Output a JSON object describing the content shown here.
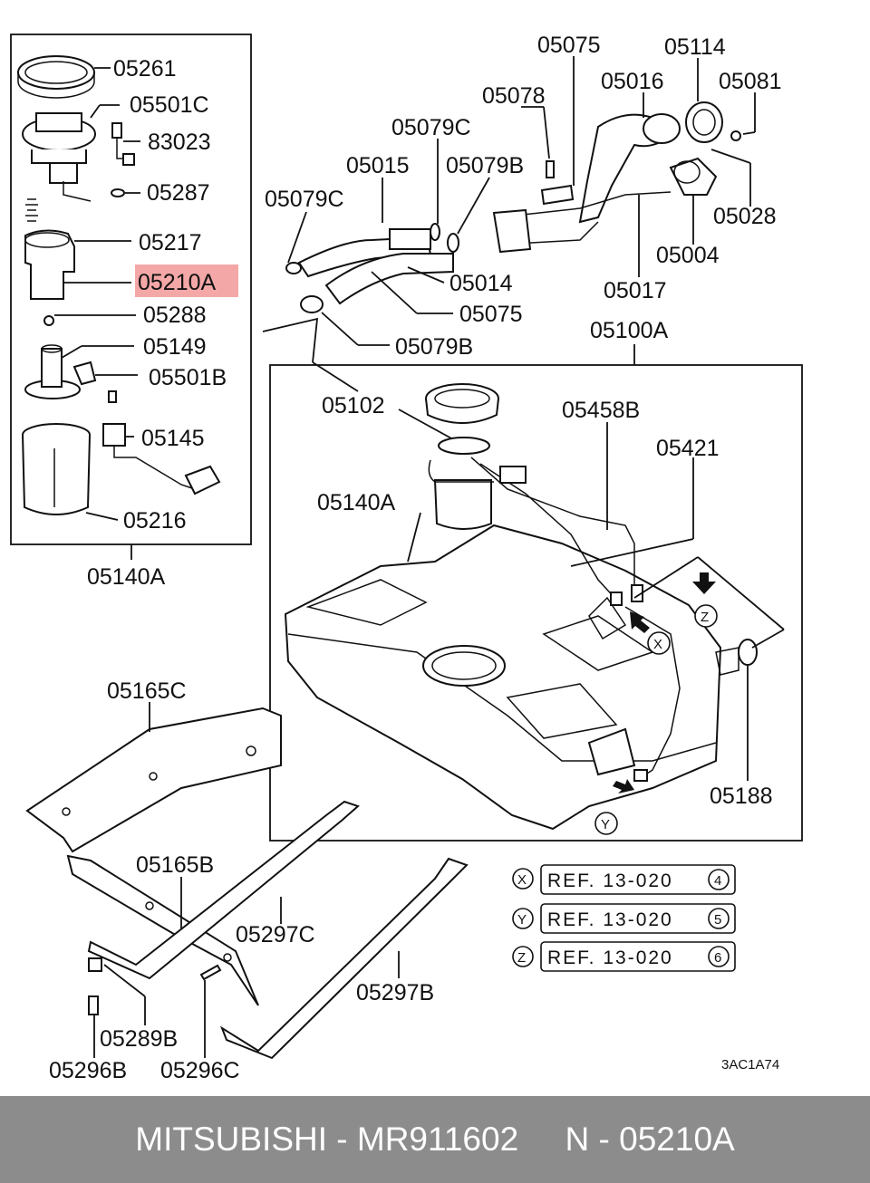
{
  "labels": {
    "l05261": "05261",
    "l05501C": "05501C",
    "l83023": "83023",
    "l05287": "05287",
    "l05217": "05217",
    "l05210A": "05210A",
    "l05288": "05288",
    "l05149": "05149",
    "l05501B": "05501B",
    "l05145": "05145",
    "l05216": "05216",
    "l05140A_box": "05140A",
    "l05075_top": "05075",
    "l05114": "05114",
    "l05016": "05016",
    "l05081": "05081",
    "l05078": "05078",
    "l05079C_top": "05079C",
    "l05015": "05015",
    "l05079B_top": "05079B",
    "l05079C_left": "05079C",
    "l05028": "05028",
    "l05004": "05004",
    "l05014": "05014",
    "l05017": "05017",
    "l05075_mid": "05075",
    "l05079B_mid": "05079B",
    "l05100A": "05100A",
    "l05102": "05102",
    "l05458B": "05458B",
    "l05421": "05421",
    "l05140A_tank": "05140A",
    "l05188": "05188",
    "l05165C": "05165C",
    "l05165B": "05165B",
    "l05297C": "05297C",
    "l05297B": "05297B",
    "l05289B": "05289B",
    "l05296B": "05296B",
    "l05296C": "05296C",
    "diagram_code": "3AC1A74"
  },
  "markers": {
    "x": "X",
    "y": "Y",
    "z": "Z"
  },
  "refs": [
    {
      "key": "X",
      "text": "REF. 13-020",
      "num": "4"
    },
    {
      "key": "Y",
      "text": "REF. 13-020",
      "num": "5"
    },
    {
      "key": "Z",
      "text": "REF. 13-020",
      "num": "6"
    }
  ],
  "highlight_color": "#f4a7a7",
  "footer": {
    "text": "MITSUBISHI - MR911602     N - 05210A"
  }
}
